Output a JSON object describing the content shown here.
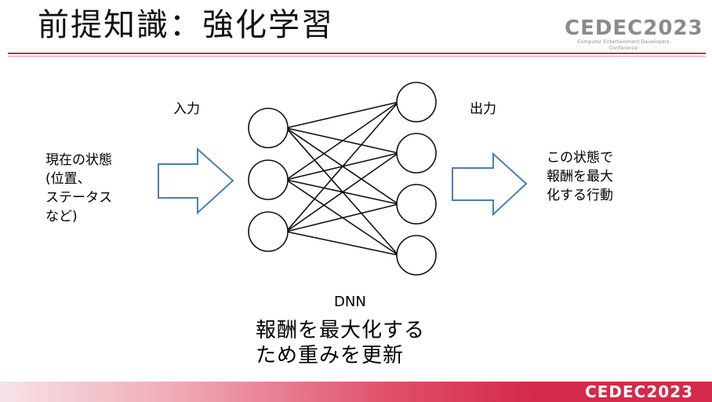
{
  "slide": {
    "title": "前提知識：強化学習",
    "logo_top": "CEDEC2023",
    "logo_top_sub": "Computer Entertainment Developers Conference",
    "footer_logo": "CEDEC2023"
  },
  "diagram": {
    "input_heading": "入力",
    "output_heading": "出力",
    "input_text": "現在の状態\n(位置、\nステータス\nなど)",
    "output_text": "この状態で\n報酬を最大\n化する行動",
    "network_label": "DNN",
    "caption": "報酬を最大化する\nため重みを更新",
    "input_nodes": 3,
    "output_nodes": 4
  },
  "colors": {
    "accent": "#c62e45",
    "arrow_stroke": "#4a7fb0",
    "footer_gradient_end": "#d42a49"
  }
}
